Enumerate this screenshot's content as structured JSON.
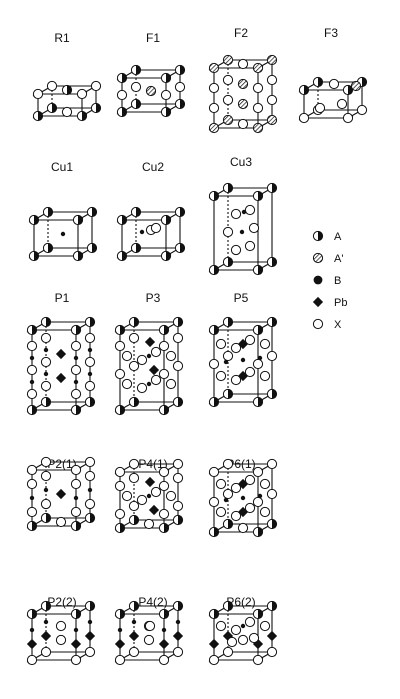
{
  "panels": [
    {
      "id": "R1",
      "label": "R1",
      "kind": "R1"
    },
    {
      "id": "F1",
      "label": "F1",
      "kind": "F1"
    },
    {
      "id": "F2",
      "label": "F2",
      "kind": "F2"
    },
    {
      "id": "F3",
      "label": "F3",
      "kind": "F3"
    },
    {
      "id": "Cu1",
      "label": "Cu1",
      "kind": "Cu1"
    },
    {
      "id": "Cu2",
      "label": "Cu2",
      "kind": "Cu2"
    },
    {
      "id": "Cu3",
      "label": "Cu3",
      "kind": "Cu3"
    },
    {
      "id": "P1",
      "label": "P1",
      "kind": "P1"
    },
    {
      "id": "P3",
      "label": "P3",
      "kind": "P3"
    },
    {
      "id": "P5",
      "label": "P5",
      "kind": "P5"
    },
    {
      "id": "P2_1",
      "label": "P2(1)",
      "kind": "P2"
    },
    {
      "id": "P4_1",
      "label": "P4(1)",
      "kind": "P4"
    },
    {
      "id": "P6_1",
      "label": "P6(1)",
      "kind": "P6"
    },
    {
      "id": "P2_2",
      "label": "P2(2)",
      "kind": "P2b"
    },
    {
      "id": "P4_2",
      "label": "P4(2)",
      "kind": "P4b"
    },
    {
      "id": "P6_2",
      "label": "P6(2)",
      "kind": "P6b"
    }
  ],
  "legend": [
    {
      "symbol": "A",
      "label": "A"
    },
    {
      "symbol": "A'",
      "label": "A'"
    },
    {
      "symbol": "B",
      "label": "B"
    },
    {
      "symbol": "Pb",
      "label": "Pb"
    },
    {
      "symbol": "X",
      "label": "X"
    }
  ]
}
